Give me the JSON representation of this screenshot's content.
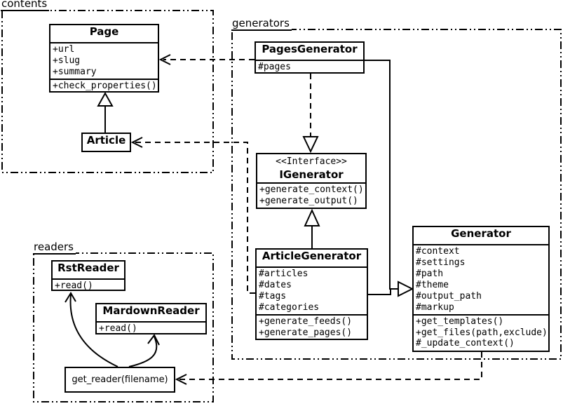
{
  "packages": {
    "contents": "contents",
    "generators": "generators",
    "readers": "readers"
  },
  "classes": {
    "page": {
      "title": "Page",
      "attrs": [
        "+url",
        "+slug",
        "+summary"
      ],
      "methods": [
        "+check_properties()"
      ]
    },
    "article": {
      "title": "Article"
    },
    "pages_generator": {
      "title": "PagesGenerator",
      "attrs": [
        "#pages"
      ]
    },
    "igenerator": {
      "stereotype": "<<Interface>>",
      "title": "IGenerator",
      "methods": [
        "+generate_context()",
        "+generate_output()"
      ]
    },
    "article_generator": {
      "title": "ArticleGenerator",
      "attrs": [
        "#articles",
        "#dates",
        "#tags",
        "#categories"
      ],
      "methods": [
        "+generate_feeds()",
        "+generate_pages()"
      ]
    },
    "generator": {
      "title": "Generator",
      "attrs": [
        "#context",
        "#settings",
        "#path",
        "#theme",
        "#output_path",
        "#markup"
      ],
      "methods": [
        "+get_templates()",
        "+get_files(path,exclude)",
        "#_update_context()"
      ]
    },
    "rst_reader": {
      "title": "RstReader",
      "methods": [
        "+read()"
      ]
    },
    "mardown_reader": {
      "title": "MardownReader",
      "methods": [
        "+read()"
      ]
    },
    "get_reader": {
      "title": "get_reader(filename)"
    }
  },
  "colors": {
    "line": "#000000",
    "background": "#ffffff"
  }
}
